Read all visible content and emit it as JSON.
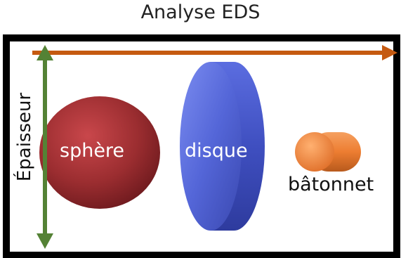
{
  "title": "Analyse EDS",
  "labels": {
    "sphere": "sphère",
    "disque": "disque",
    "batonnet": "bâtonnet",
    "epaisseur": "Épaisseur"
  },
  "colors": {
    "frame": "#000000",
    "horizontal_arrow": "#c55a11",
    "vertical_arrow": "#548235",
    "sphere": "#9b2d30",
    "disque": "#4656c8",
    "batonnet": "#ed7d31"
  }
}
